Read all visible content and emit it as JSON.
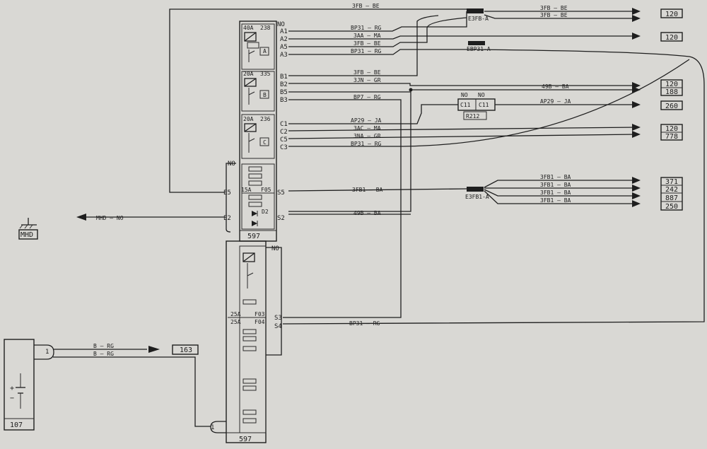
{
  "connectors": {
    "c597_top": {
      "id": "597",
      "no": "NO"
    },
    "c597_bottom": {
      "id": "597",
      "no": "NO"
    },
    "c107": {
      "id": "107",
      "pin": "1",
      "plus": "+",
      "minus": "−"
    },
    "c163": {
      "id": "163"
    },
    "r212": {
      "id": "R212",
      "left_no": "NO",
      "left_pin": "C11",
      "right_no": "NO",
      "right_pin": "C11"
    },
    "mhd": {
      "id": "MHD"
    },
    "bottom_pin": "1"
  },
  "fuses": {
    "a": {
      "rating": "40A",
      "num": "238",
      "letter": "A"
    },
    "b": {
      "rating": "20A",
      "num": "335",
      "letter": "B"
    },
    "c": {
      "rating": "20A",
      "num": "236",
      "letter": "C"
    },
    "f05": {
      "rating": "15A",
      "name": "F05"
    },
    "d2": {
      "name": "D2"
    },
    "f03": {
      "rating": "25A",
      "name": "F03"
    },
    "f04": {
      "rating": "25A",
      "name": "F04"
    }
  },
  "pins": {
    "A1": "A1",
    "A2": "A2",
    "A5": "A5",
    "A3": "A3",
    "B1": "B1",
    "B2": "B2",
    "B5": "B5",
    "B3": "B3",
    "C1": "C1",
    "C2": "C2",
    "C5": "C5",
    "C3": "C3",
    "E5": "E5",
    "E2": "E2",
    "S5": "S5",
    "S2": "S2",
    "S3": "S3",
    "S4": "S4",
    "NO_left": "NO"
  },
  "wires": {
    "top": "3FB — BE",
    "a1": "BP31 — RG",
    "a2": "3AA — MA",
    "a5": "3FB — BE",
    "a3": "BP31 — RG",
    "b1": "3FB — BE",
    "b2": "3JN — GR",
    "b5": "BP7 — RG",
    "c1": "AP29 — JA",
    "c2": "3AC — MA",
    "c5": "3NA — GR",
    "c3": "BP31 — RG",
    "s5": "3FB1 — BA",
    "s2": "49B — BA",
    "e2": "MHD — NO",
    "s4": "BP31 — RG",
    "b_upper": "B — RG",
    "b_lower": "B — RG",
    "out_1": "3FB — BE",
    "out_2": "3FB — BE",
    "out_49b": "49B — BA",
    "out_ap29": "AP29 — JA",
    "out_3fb1_1": "3FB1 — BA",
    "out_3fb1_2": "3FB1 — BA",
    "out_3fb1_3": "3FB1 — BA",
    "out_3fb1_4": "3FB1 — BA"
  },
  "splices": {
    "e3fb": "E3FB-A",
    "ebp31": "EBP31-A",
    "e3fb1": "E3FB1-A"
  },
  "targets": {
    "t1": "120",
    "t2": "120",
    "t3a": "120",
    "t3b": "188",
    "t4": "260",
    "t5a": "120",
    "t5b": "778",
    "t6": [
      "371",
      "242",
      "887",
      "250"
    ]
  }
}
